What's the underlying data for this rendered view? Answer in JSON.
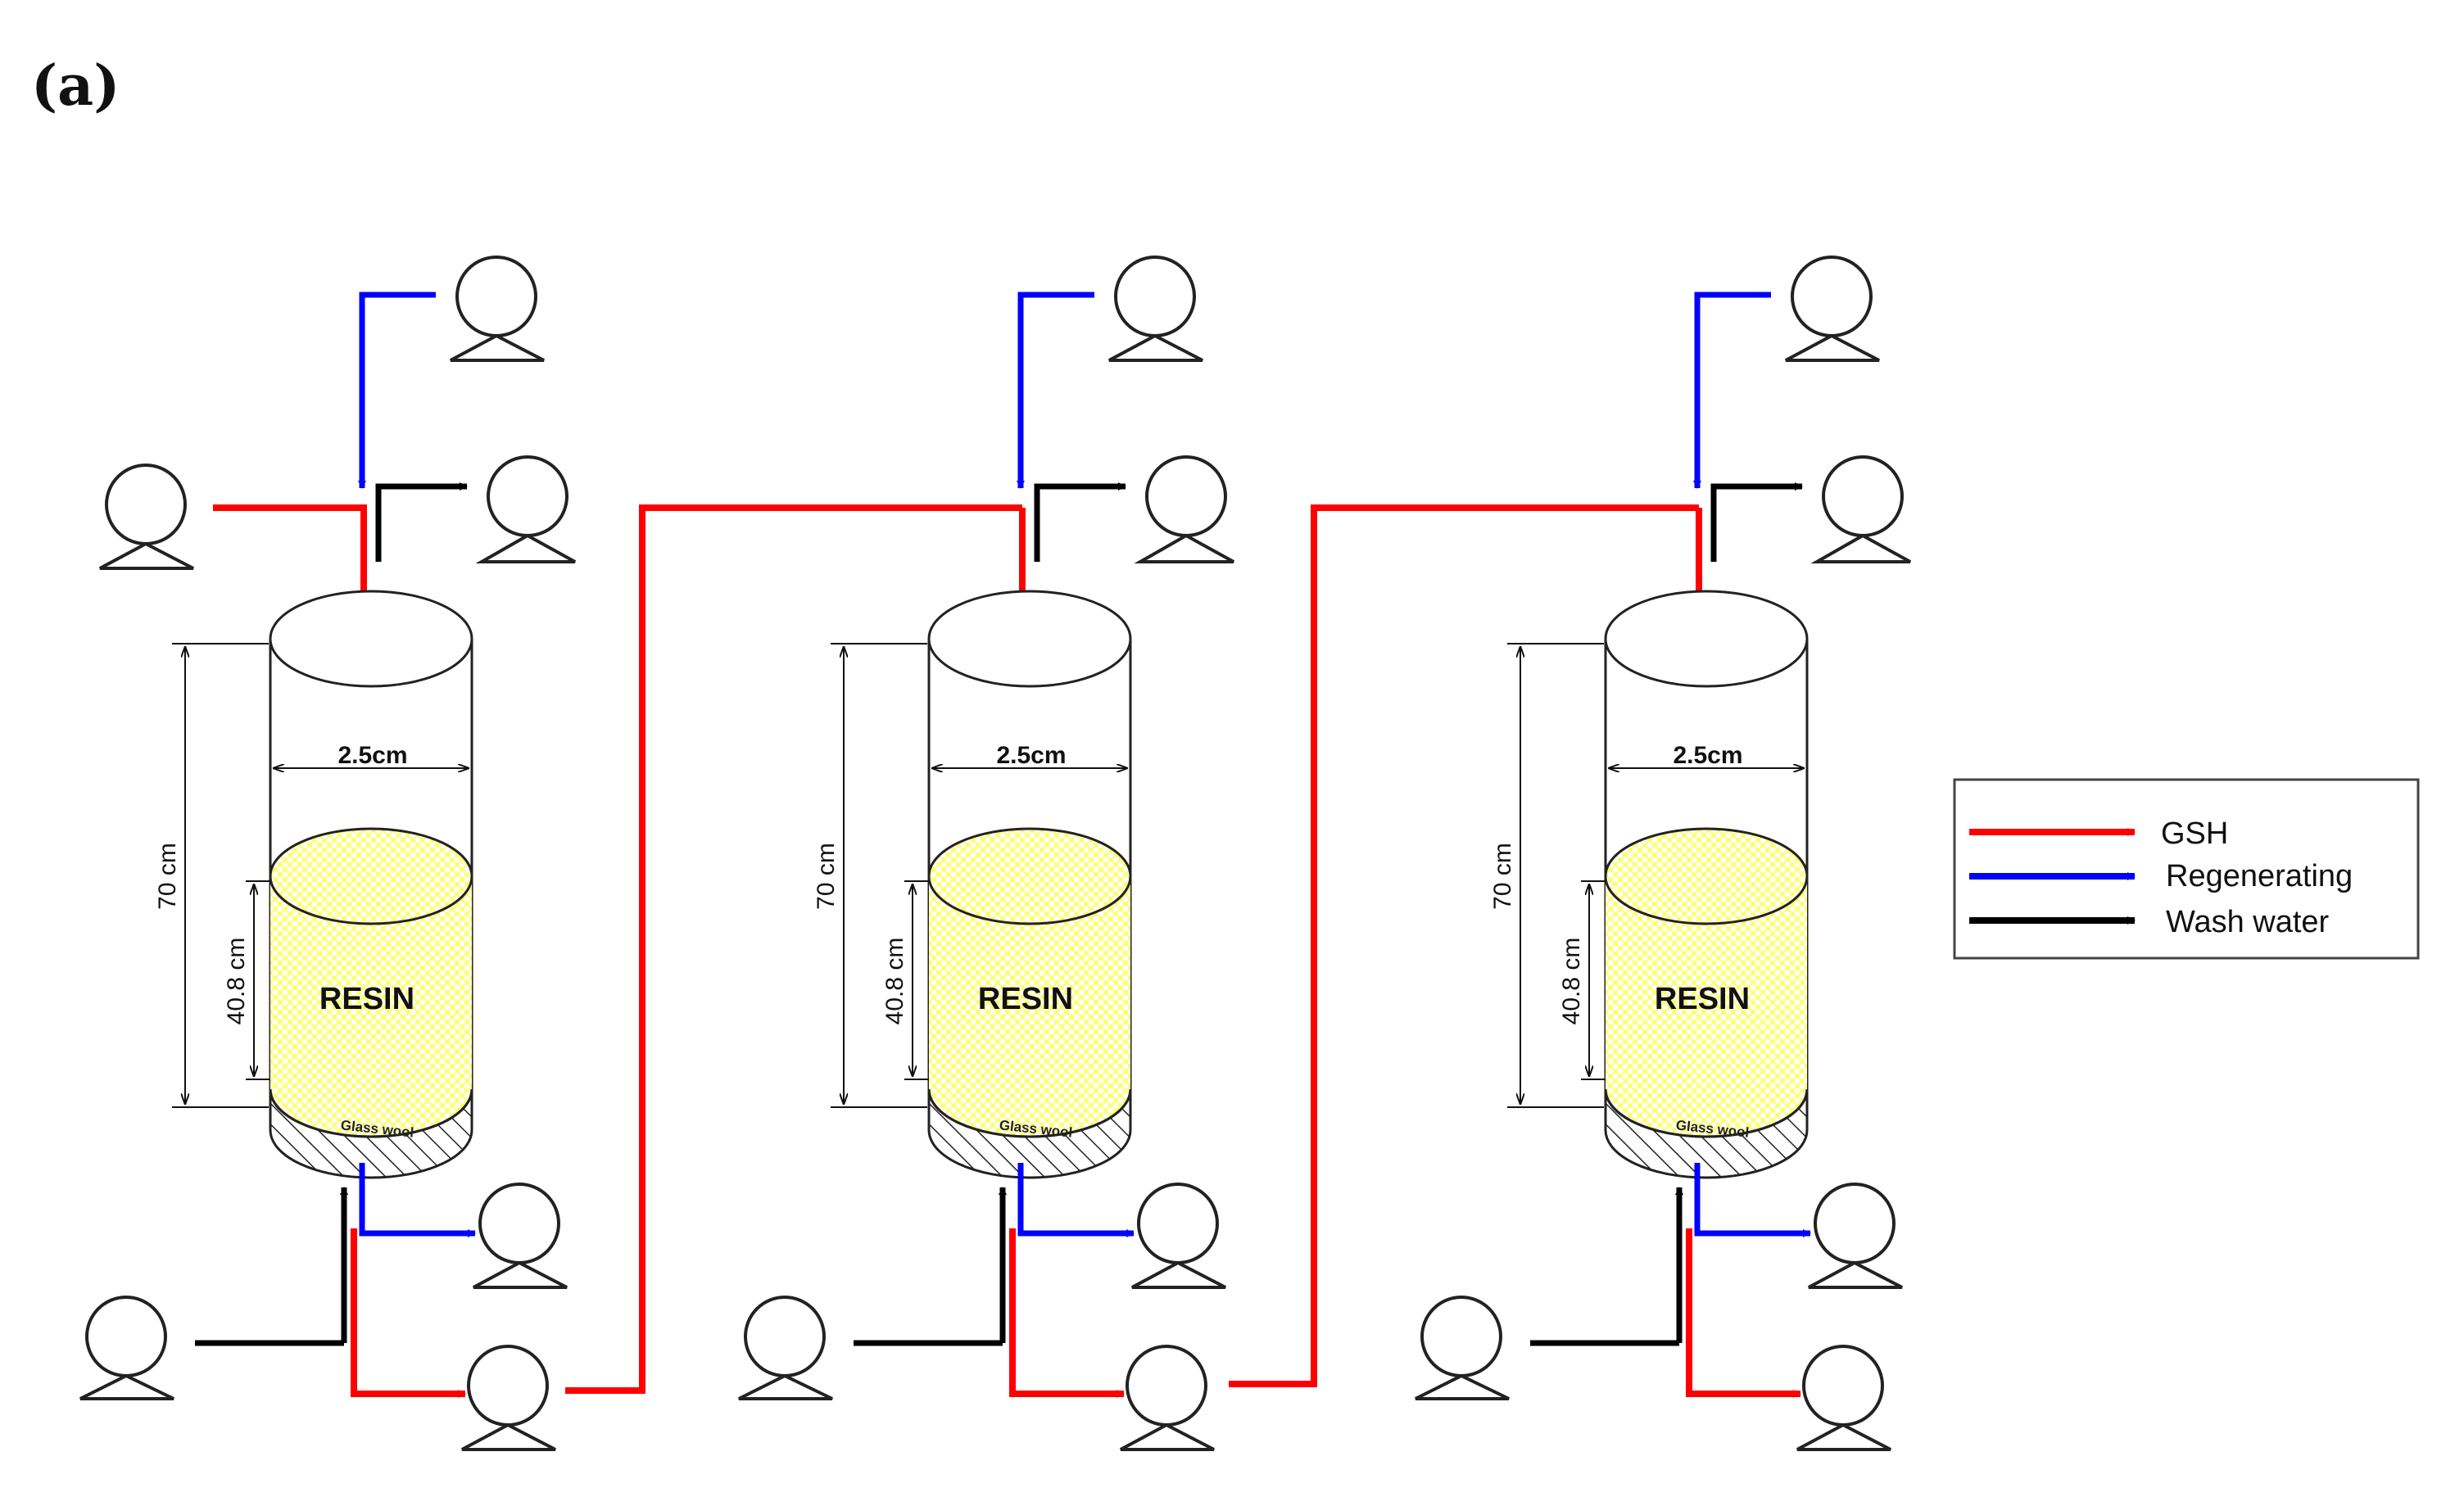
{
  "figure_label": "(a)",
  "columns": [
    {
      "resin_label": "RESIN",
      "width_label": "2.5cm",
      "height_label": "70 cm",
      "bed_label": "40.8 cm",
      "glass_label": "Glass wool"
    },
    {
      "resin_label": "RESIN",
      "width_label": "2.5cm",
      "height_label": "70 cm",
      "bed_label": "40.8 cm",
      "glass_label": "Glass wool"
    },
    {
      "resin_label": "RESIN",
      "width_label": "2.5cm",
      "height_label": "70 cm",
      "bed_label": "40.8 cm",
      "glass_label": "Glass wool"
    }
  ],
  "legend": [
    {
      "label": "GSH",
      "color": "#ff0000"
    },
    {
      "label": "Regenerating",
      "color": "#0000ff"
    },
    {
      "label": "Wash water",
      "color": "#000000"
    }
  ],
  "colors": {
    "gsh": "#ff0000",
    "regenerating": "#0000ff",
    "wash": "#000000",
    "resin_fill": "#ffff66",
    "resin_dots": "#ffffff"
  }
}
